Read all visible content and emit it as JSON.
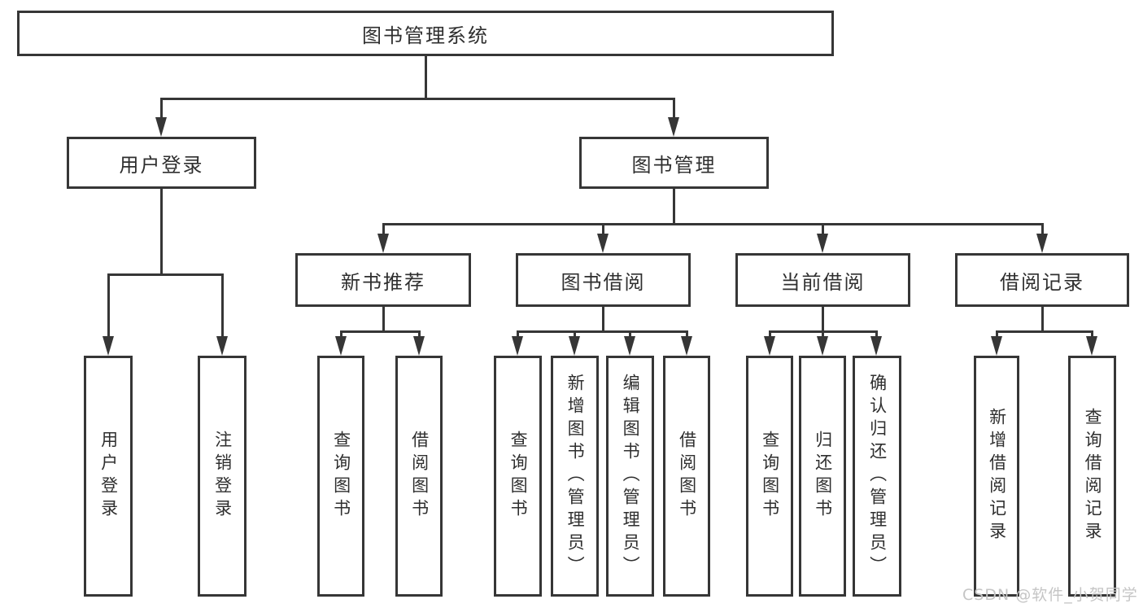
{
  "tree": {
    "root": "图书管理系统",
    "branches": [
      {
        "label": "用户登录",
        "children": [
          "用户登录",
          "注销登录"
        ]
      },
      {
        "label": "图书管理",
        "groups": [
          {
            "label": "新书推荐",
            "children": [
              "查询图书",
              "借阅图书"
            ]
          },
          {
            "label": "图书借阅",
            "children": [
              "查询图书",
              "新增图书（管理员）",
              "编辑图书（管理员）",
              "借阅图书"
            ]
          },
          {
            "label": "当前借阅",
            "children": [
              "查询图书",
              "归还图书",
              "确认归还（管理员）"
            ]
          },
          {
            "label": "借阅记录",
            "children": [
              "新增借阅记录",
              "查询借阅记录"
            ]
          }
        ]
      }
    ]
  },
  "watermark": "CSDN @软件_小贺同学",
  "colors": {
    "line": "#363636",
    "text": "#2f2f2f",
    "watermark": "#c5c5c5",
    "background": "#ffffff"
  }
}
